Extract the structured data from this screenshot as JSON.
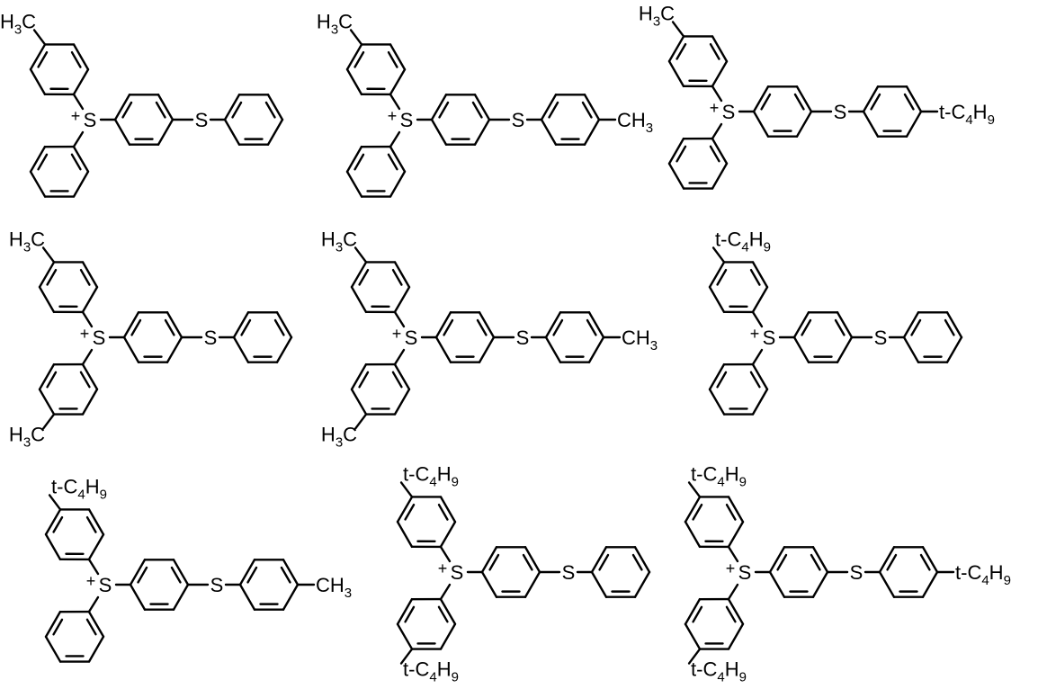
{
  "colors": {
    "ink": "#000000",
    "background": "#ffffff"
  },
  "labels": {
    "sulfur": "S",
    "charge": "+",
    "methyl": {
      "main": "CH",
      "sub": "3"
    },
    "methyl_left": {
      "main": "H",
      "sub": "3",
      "tail": "C"
    },
    "tbutyl": {
      "prefix": "t-C",
      "sub1": "4",
      "mid": "H",
      "sub2": "9"
    }
  },
  "molecules": [
    {
      "top": "CH3",
      "bottom": "H",
      "end": "H"
    },
    {
      "top": "CH3",
      "bottom": "H",
      "end": "CH3"
    },
    {
      "top": "CH3",
      "bottom": "H",
      "end": "tBu"
    },
    {
      "top": "CH3",
      "bottom": "CH3",
      "end": "H"
    },
    {
      "top": "CH3",
      "bottom": "CH3",
      "end": "CH3"
    },
    {
      "top": "tBu",
      "bottom": "H",
      "end": "H"
    },
    {
      "top": "tBu",
      "bottom": "H",
      "end": "CH3"
    },
    {
      "top": "tBu",
      "bottom": "tBu",
      "end": "H"
    },
    {
      "top": "tBu",
      "bottom": "tBu",
      "end": "tBu"
    }
  ]
}
